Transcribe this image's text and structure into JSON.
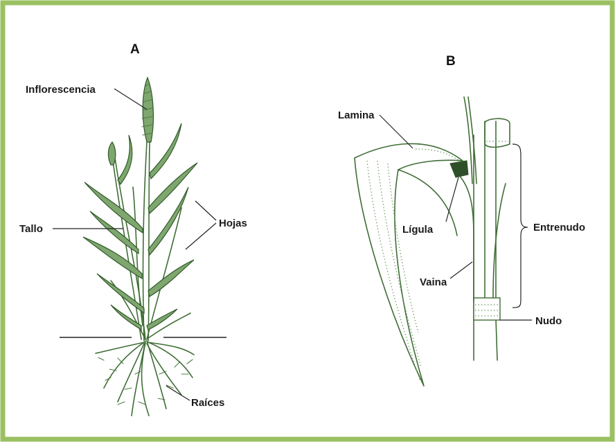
{
  "border_color": "#9bc062",
  "plant_color": "#3f6d35",
  "panel_a": {
    "title": "A",
    "labels": {
      "inflorescence": "Inflorescencia",
      "stem": "Tallo",
      "leaves": "Hojas",
      "roots": "Raíces"
    }
  },
  "panel_b": {
    "title": "B",
    "labels": {
      "blade": "Lamina",
      "ligule": "Lígula",
      "sheath": "Vaina",
      "internode": "Entrenudo",
      "node": "Nudo"
    }
  }
}
